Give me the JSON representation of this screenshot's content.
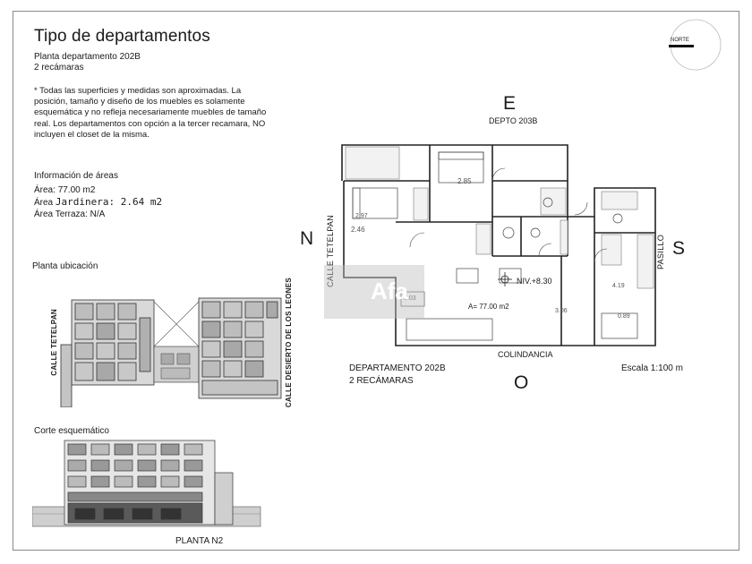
{
  "header": {
    "title": "Tipo de departamentos",
    "unit": "Planta departamento 202B",
    "bedrooms": "2 recámaras"
  },
  "note": "* Todas las superficies y medidas son aproximadas. La posición, tamaño y diseño de los muebles es solamente esquemática y no refleja necesariamente muebles de tamaño real. Los departamentos con opción a la tercer recamara, NO incluyen el closet de la misma.",
  "areas": {
    "heading": "Información de áreas",
    "area_label": "Área:",
    "area_value": "77.00 m2",
    "jardinera_label": "Área",
    "jardinera_value": "Jardinera: 2.64 m2",
    "terraza": "Área Terraza: N/A"
  },
  "location": {
    "heading": "Planta ubicación",
    "street_left": "CALLE TETELPAN",
    "street_right": "CALLE DESIERTO DE LOS LEONES"
  },
  "section": {
    "heading": "Corte esquemático",
    "caption": "PLANTA N2"
  },
  "compass": {
    "label": "NORTE",
    "north": "N",
    "south": "S",
    "east": "E",
    "west": "O"
  },
  "plan": {
    "neighbor_top": "DEPTO 203B",
    "street_left": "CALLE TETELPAN",
    "corridor_right": "PASILLO",
    "boundary_bottom": "COLINDANCIA",
    "level": "NIV.+8.30",
    "area_mark": "A= 77.00 m2",
    "watermark": "Afa",
    "dims": {
      "d1": "2.85",
      "d2": "2.97",
      "d3": "2.46",
      "d4": "5.03",
      "d5": "3.06",
      "d6": "4.19",
      "d7": "0.89"
    },
    "caption_unit": "DEPARTAMENTO 202B",
    "caption_rooms": "2 RECÁMARAS",
    "scale": "Escala 1:100 m"
  }
}
